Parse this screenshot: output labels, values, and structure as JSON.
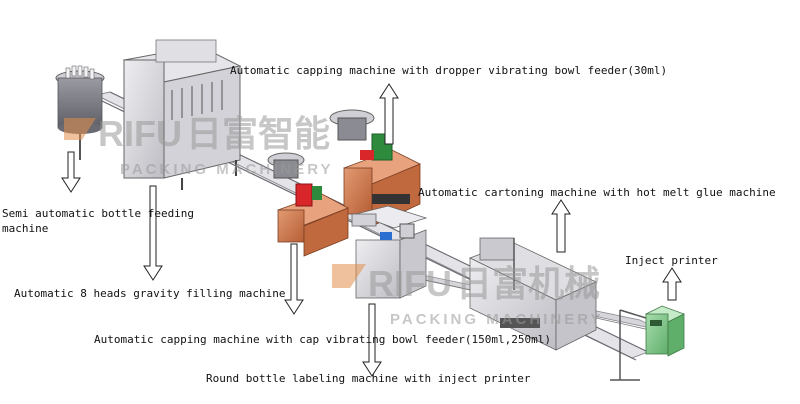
{
  "labels": {
    "capping_dropper": "Automatic capping machine with dropper vibrating bowl feeder(30ml)",
    "cartoning": "Automatic cartoning machine with hot melt glue machine",
    "bottle_feeding_1": "Semi automatic bottle feeding",
    "bottle_feeding_2": "machine",
    "filling": "Automatic 8 heads gravity filling machine",
    "capping_cap": "Automatic capping machine with cap vibrating bowl feeder(150ml,250ml)",
    "labeling": "Round bottle labeling machine with inject printer",
    "printer": "Inject printer"
  },
  "watermark": {
    "letters": "RIFU",
    "chinese_top": "日富智能",
    "chinese_bottom": "日富机械",
    "subtitle": "PACKING MACHINERY"
  },
  "colors": {
    "machine_grey": "#d9d9dd",
    "machine_dark": "#7a7a82",
    "accent_orange": "#c9744a",
    "accent_red": "#d8262b",
    "accent_green": "#2e8b3e",
    "printer_green": "#7fc48a",
    "watermark": "#b8b8b8"
  }
}
